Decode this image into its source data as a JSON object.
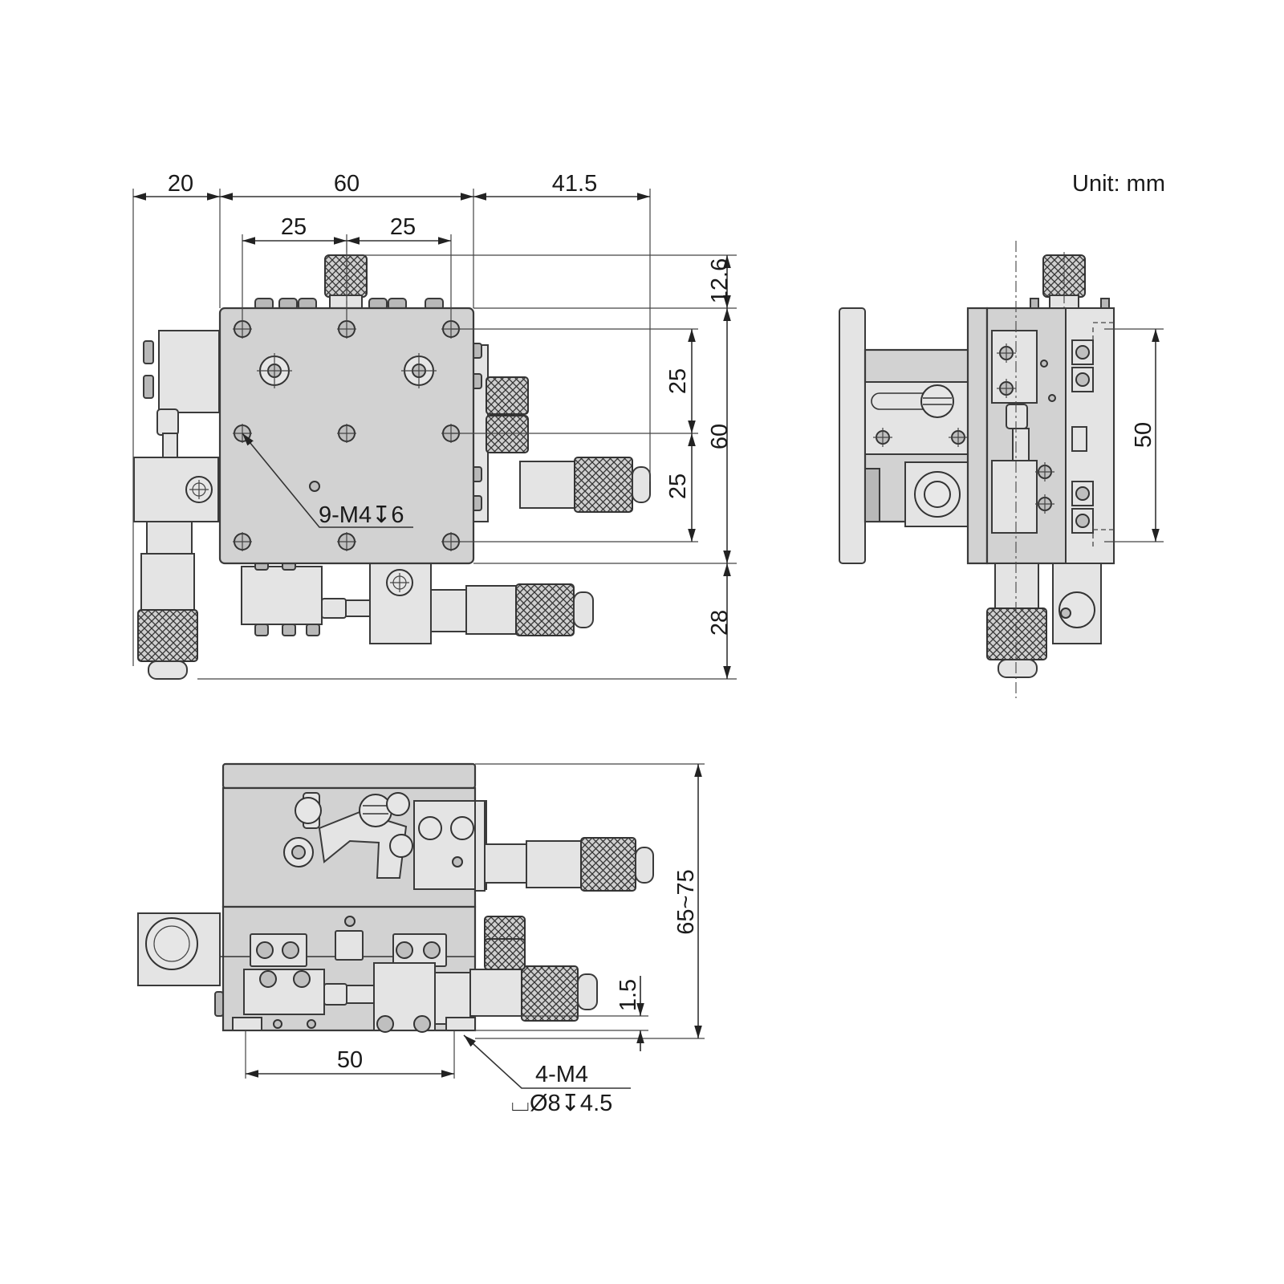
{
  "unit_label": "Unit: mm",
  "top_view": {
    "dimensions": {
      "d_20": "20",
      "d_60_width": "60",
      "d_41_5": "41.5",
      "d_25_left": "25",
      "d_25_right": "25",
      "d_12_6": "12.6",
      "d_25_upper": "25",
      "d_25_lower": "25",
      "d_60_height": "60",
      "d_28": "28"
    },
    "hole_callout": "9-M4↧6"
  },
  "side_view": {
    "dimensions": {
      "d_50": "50"
    }
  },
  "front_view": {
    "dimensions": {
      "d_65_75": "65~75",
      "d_1_5": "1.5",
      "d_50": "50"
    },
    "hole_callout_line1": "4-M4",
    "hole_callout_line2": "⌴Ø8↧4.5"
  },
  "colors": {
    "body": "#d2d2d2",
    "line": "#333333"
  }
}
